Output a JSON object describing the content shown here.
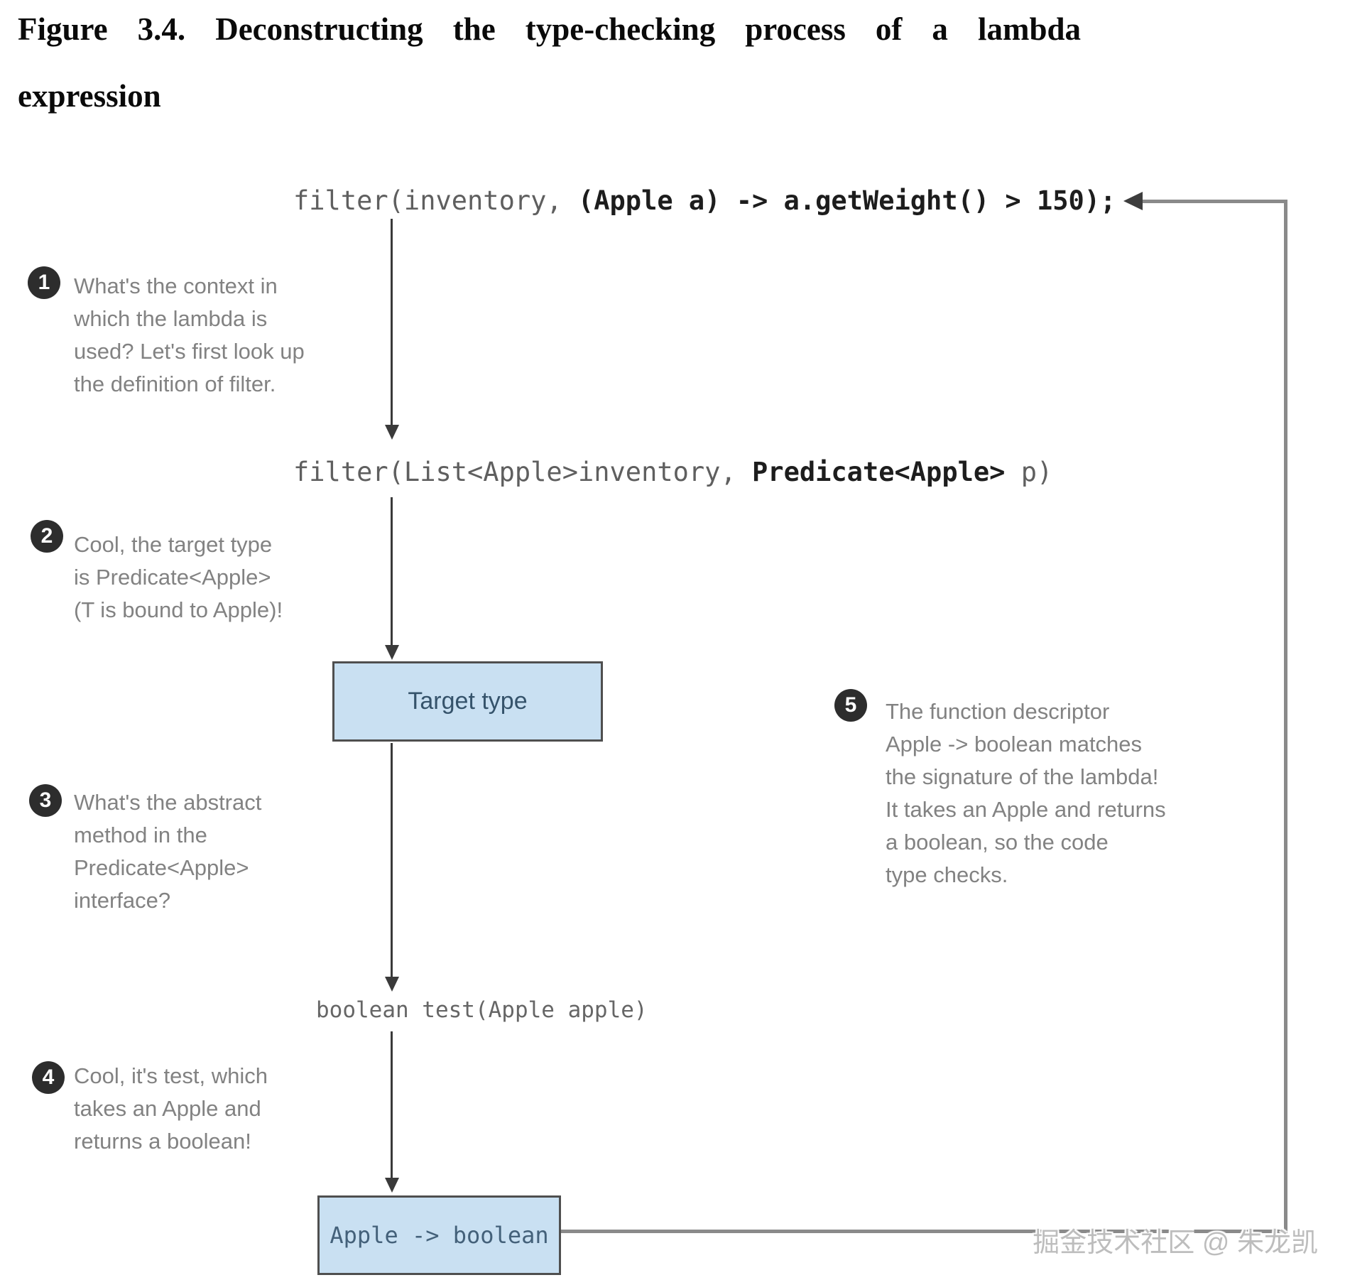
{
  "title": {
    "line1": "Figure 3.4. Deconstructing the type-checking process of a lambda",
    "line2": "expression"
  },
  "code": {
    "lambda_call": {
      "plain": "filter(inventory, ",
      "bold": "(Apple a) -> a.getWeight() > 150);"
    },
    "filter_signature": {
      "plain": "filter(List<Apple>inventory, ",
      "bold": "Predicate<Apple>",
      "plain2": " p)"
    },
    "abstract_method": "boolean test(Apple apple)"
  },
  "boxes": {
    "target_type": "Target type",
    "function_descriptor": "Apple -> boolean"
  },
  "steps": [
    {
      "number": "1",
      "text": "What's the context in\nwhich the lambda is\nused? Let's first look up\nthe definition of filter."
    },
    {
      "number": "2",
      "text": "Cool, the target type\nis Predicate<Apple>\n(T is bound to Apple)!"
    },
    {
      "number": "3",
      "text": "What's the abstract\nmethod in the\nPredicate<Apple>\ninterface?"
    },
    {
      "number": "4",
      "text": "Cool, it's test, which\ntakes an Apple and\nreturns a boolean!"
    },
    {
      "number": "5",
      "text": "The function descriptor\nApple -> boolean matches\nthe signature of the lambda!\nIt takes an Apple and returns\na boolean, so the code\ntype checks."
    }
  ],
  "watermark": "掘金技术社区 @ 朱龙凯",
  "colors": {
    "box_fill": "#c9e0f2",
    "box_border": "#4f4f4f",
    "box_text": "#35536b",
    "flow_line": "#3a3a3a",
    "loop_line": "#8a8a8a",
    "badge_bg": "#2d2d2d",
    "annotation_text": "#828282"
  }
}
